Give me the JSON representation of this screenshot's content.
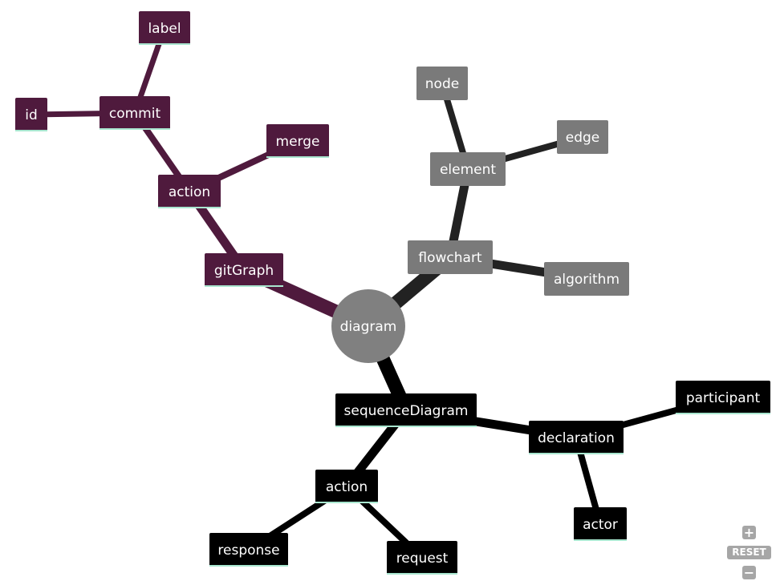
{
  "diagram": {
    "type": "mindmap",
    "colors": {
      "gitGraph_branch": "#4f1a3d",
      "flowchart_branch": "#7a7a7a",
      "sequence_branch": "#000000",
      "root": "#808080",
      "underline": "#a8e6cf"
    },
    "root": {
      "label": "diagram"
    },
    "nodes": [
      {
        "id": "gitgraph",
        "label": "gitGraph",
        "parent": "root",
        "branch": "gitGraph_branch"
      },
      {
        "id": "git-action",
        "label": "action",
        "parent": "gitgraph",
        "branch": "gitGraph_branch"
      },
      {
        "id": "commit",
        "label": "commit",
        "parent": "git-action",
        "branch": "gitGraph_branch"
      },
      {
        "id": "merge",
        "label": "merge",
        "parent": "git-action",
        "branch": "gitGraph_branch"
      },
      {
        "id": "label",
        "label": "label",
        "parent": "commit",
        "branch": "gitGraph_branch"
      },
      {
        "id": "id",
        "label": "id",
        "parent": "commit",
        "branch": "gitGraph_branch"
      },
      {
        "id": "flowchart",
        "label": "flowchart",
        "parent": "root",
        "branch": "flowchart_branch"
      },
      {
        "id": "element",
        "label": "element",
        "parent": "flowchart",
        "branch": "flowchart_branch"
      },
      {
        "id": "algorithm",
        "label": "algorithm",
        "parent": "flowchart",
        "branch": "flowchart_branch"
      },
      {
        "id": "node",
        "label": "node",
        "parent": "element",
        "branch": "flowchart_branch"
      },
      {
        "id": "edge",
        "label": "edge",
        "parent": "element",
        "branch": "flowchart_branch"
      },
      {
        "id": "sequencediagram",
        "label": "sequenceDiagram",
        "parent": "root",
        "branch": "sequence_branch"
      },
      {
        "id": "seq-action",
        "label": "action",
        "parent": "sequencediagram",
        "branch": "sequence_branch"
      },
      {
        "id": "declaration",
        "label": "declaration",
        "parent": "sequencediagram",
        "branch": "sequence_branch"
      },
      {
        "id": "response",
        "label": "response",
        "parent": "seq-action",
        "branch": "sequence_branch"
      },
      {
        "id": "request",
        "label": "request",
        "parent": "seq-action",
        "branch": "sequence_branch"
      },
      {
        "id": "participant",
        "label": "participant",
        "parent": "declaration",
        "branch": "sequence_branch"
      },
      {
        "id": "actor",
        "label": "actor",
        "parent": "declaration",
        "branch": "sequence_branch"
      }
    ]
  },
  "controls": {
    "zoom_in": "+",
    "reset": "RESET",
    "zoom_out": "−"
  }
}
